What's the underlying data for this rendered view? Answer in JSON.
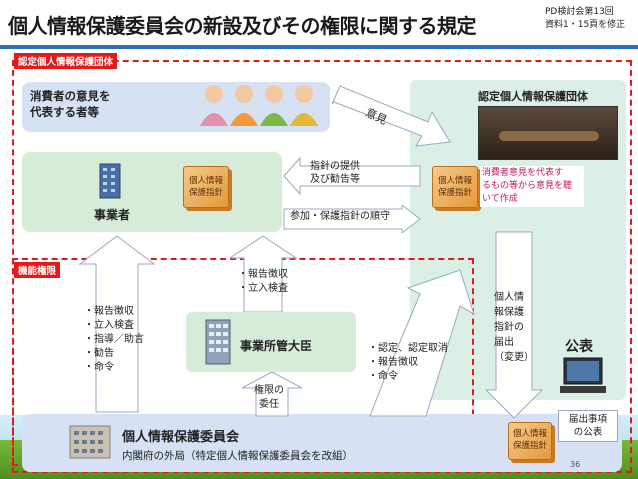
{
  "title": "個人情報保護委員会の新設及びその権限に関する規定",
  "reference": [
    "PD検討会第13回",
    "資料1・15頁を修正"
  ],
  "tags": {
    "certified_org": "認定個人情報保護団体",
    "authority": "機能権限"
  },
  "consumers": [
    "消費者の意見を",
    "代表する者等"
  ],
  "certified_org_label": "認定個人情報保護団体",
  "opinion_arrow": "意見",
  "business": "事業者",
  "business_book": [
    "個人情報",
    "保護指針"
  ],
  "guideline_arrow": [
    "指針の提供",
    "及び勧告等"
  ],
  "compliance_arrow": "参加・保護指針の順守",
  "org_book": [
    "個人情報",
    "保護指針"
  ],
  "org_text": [
    "消費者意見を代表す",
    "るもの等から意見を聴",
    "いて作成"
  ],
  "notify_arrow": [
    "個人情",
    "報保護",
    "指針の",
    "届出",
    "（変更）"
  ],
  "left_up_arrow": [
    "・報告徴収",
    "・立入検査",
    "・指導／助言",
    "・勧告",
    "・命令"
  ],
  "minister_up_arrow": [
    "・報告徴収",
    "・立入検査"
  ],
  "minister": "事業所管大臣",
  "delegation": [
    "権限の",
    "委任"
  ],
  "right_up_arrow": [
    "・認定、認定取消",
    "・報告徴収",
    "・命令"
  ],
  "publication": "公表",
  "publication_note": [
    "届出事項",
    "の公表"
  ],
  "commission_book": [
    "個人情報",
    "保護指針"
  ],
  "commission": "個人情報保護委員会",
  "commission_sub": "内閣府の外局（特定個人情報保護委員会を改組）",
  "page_number": "36",
  "colors": {
    "accent_blue": "#2e6db8",
    "red": "#e21a1a",
    "book_orange": "#e39a3b"
  }
}
